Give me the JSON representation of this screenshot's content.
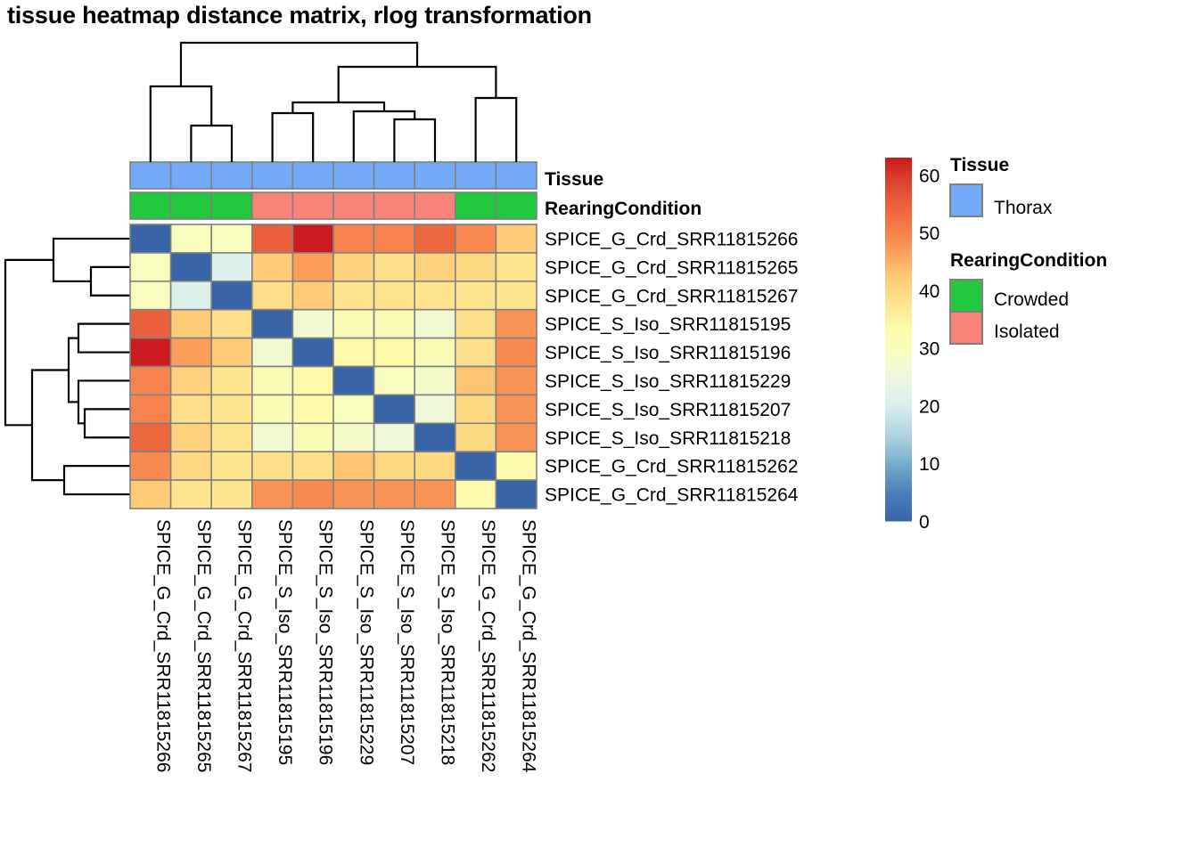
{
  "title": "tissue heatmap distance matrix, rlog transformation",
  "annotation_labels": {
    "tissue": "Tissue",
    "rearing": "RearingCondition"
  },
  "legend": {
    "tissue": {
      "title": "Tissue",
      "items": [
        {
          "label": "Thorax",
          "color": "#74a9f7"
        }
      ]
    },
    "rearing": {
      "title": "RearingCondition",
      "items": [
        {
          "label": "Crowded",
          "color": "#22c93f"
        },
        {
          "label": "Isolated",
          "color": "#f98379"
        }
      ]
    }
  },
  "colorbar": {
    "ticks": [
      "60",
      "50",
      "40",
      "30",
      "20",
      "10",
      "0"
    ],
    "tick_values": [
      60,
      50,
      40,
      30,
      20,
      10,
      0
    ],
    "vmin": 0,
    "vmax": 63,
    "palette": [
      "#3a64a8",
      "#4b7db8",
      "#74aac9",
      "#a9d0e0",
      "#d4ecef",
      "#e9f6e3",
      "#f6fbc0",
      "#fdf9a8",
      "#fde08a",
      "#fdbf6f",
      "#f98e52",
      "#ef6c41",
      "#e04a33",
      "#cc1b1f"
    ]
  },
  "chart_data": {
    "type": "heatmap",
    "title": "tissue heatmap distance matrix, rlog transformation",
    "xlabel": "",
    "ylabel": "",
    "vmin": 0,
    "vmax": 63,
    "colormap": "RdYlBu reversed",
    "categories": [
      "SPICE_G_Crd_SRR11815266",
      "SPICE_G_Crd_SRR11815265",
      "SPICE_G_Crd_SRR11815267",
      "SPICE_S_Iso_SRR11815195",
      "SPICE_S_Iso_SRR11815196",
      "SPICE_S_Iso_SRR11815229",
      "SPICE_S_Iso_SRR11815207",
      "SPICE_S_Iso_SRR11815218",
      "SPICE_G_Crd_SRR11815262",
      "SPICE_G_Crd_SRR11815264"
    ],
    "row_labels": [
      "SPICE_G_Crd_SRR11815266",
      "SPICE_G_Crd_SRR11815265",
      "SPICE_G_Crd_SRR11815267",
      "SPICE_S_Iso_SRR11815195",
      "SPICE_S_Iso_SRR11815196",
      "SPICE_S_Iso_SRR11815229",
      "SPICE_S_Iso_SRR11815207",
      "SPICE_S_Iso_SRR11815218",
      "SPICE_G_Crd_SRR11815262",
      "SPICE_G_Crd_SRR11815264"
    ],
    "col_labels": [
      "SPICE_G_Crd_SRR11815266",
      "SPICE_G_Crd_SRR11815265",
      "SPICE_G_Crd_SRR11815267",
      "SPICE_S_Iso_SRR11815195",
      "SPICE_S_Iso_SRR11815196",
      "SPICE_S_Iso_SRR11815229",
      "SPICE_S_Iso_SRR11815207",
      "SPICE_S_Iso_SRR11815218",
      "SPICE_G_Crd_SRR11815262",
      "SPICE_G_Crd_SRR11815264"
    ],
    "values": [
      [
        0,
        30,
        30,
        55,
        63,
        50,
        50,
        54,
        49,
        42
      ],
      [
        30,
        0,
        21,
        42,
        47,
        41,
        39,
        41,
        40,
        38
      ],
      [
        30,
        21,
        0,
        39,
        42,
        38,
        38,
        38,
        38,
        38
      ],
      [
        55,
        42,
        39,
        0,
        27,
        31,
        31,
        27,
        39,
        48
      ],
      [
        63,
        47,
        42,
        27,
        0,
        34,
        34,
        31,
        39,
        49
      ],
      [
        50,
        41,
        38,
        31,
        34,
        0,
        30,
        28,
        43,
        48
      ],
      [
        50,
        39,
        38,
        31,
        34,
        30,
        0,
        26,
        40,
        48
      ],
      [
        54,
        41,
        38,
        27,
        31,
        28,
        26,
        0,
        40,
        48
      ],
      [
        49,
        40,
        38,
        39,
        39,
        43,
        40,
        40,
        0,
        33
      ],
      [
        42,
        38,
        38,
        48,
        49,
        48,
        48,
        48,
        33,
        0
      ]
    ],
    "column_annotations": {
      "Tissue": [
        "Thorax",
        "Thorax",
        "Thorax",
        "Thorax",
        "Thorax",
        "Thorax",
        "Thorax",
        "Thorax",
        "Thorax",
        "Thorax"
      ],
      "RearingCondition": [
        "Crowded",
        "Crowded",
        "Crowded",
        "Isolated",
        "Isolated",
        "Isolated",
        "Isolated",
        "Isolated",
        "Crowded",
        "Crowded"
      ]
    },
    "column_dendrogram": true,
    "row_dendrogram": true,
    "grid": false,
    "legend_position": "right"
  }
}
